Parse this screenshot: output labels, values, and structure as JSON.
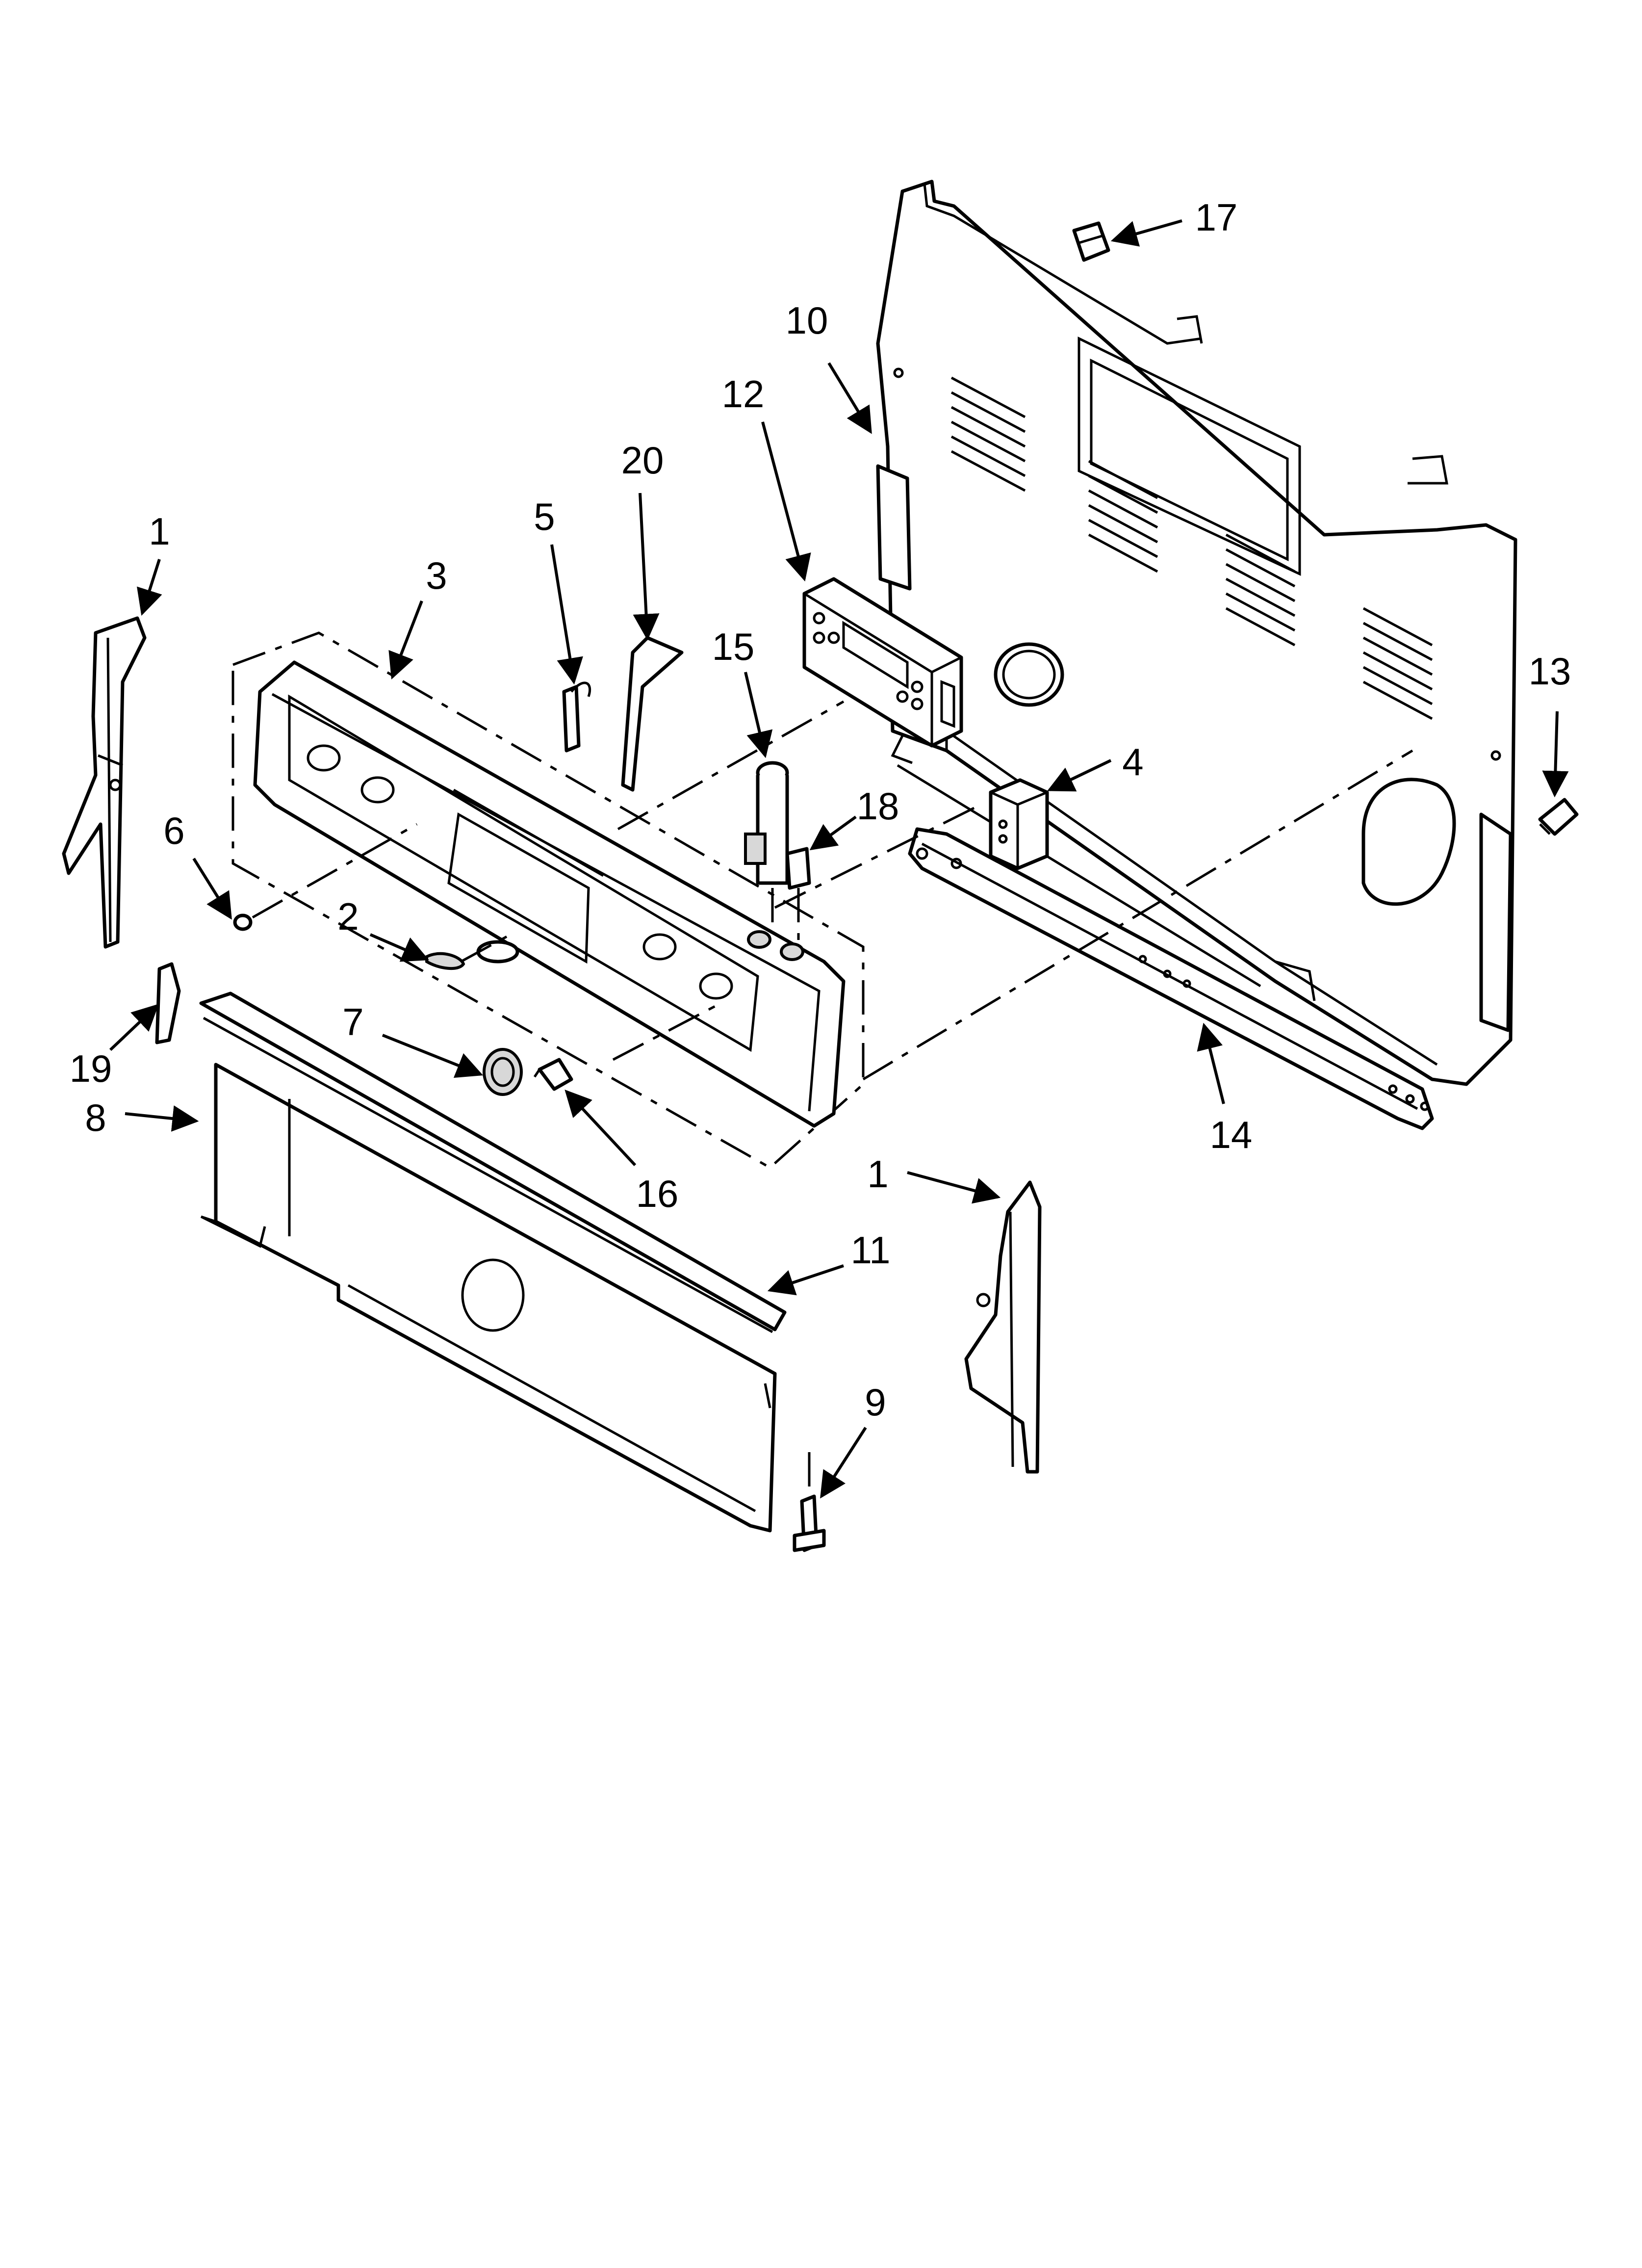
{
  "diagram": {
    "type": "exploded-parts-diagram",
    "callouts": [
      {
        "id": "c1a",
        "number": "1"
      },
      {
        "id": "c1b",
        "number": "1"
      },
      {
        "id": "c2",
        "number": "2"
      },
      {
        "id": "c3",
        "number": "3"
      },
      {
        "id": "c4",
        "number": "4"
      },
      {
        "id": "c5",
        "number": "5"
      },
      {
        "id": "c6",
        "number": "6"
      },
      {
        "id": "c7",
        "number": "7"
      },
      {
        "id": "c8",
        "number": "8"
      },
      {
        "id": "c9",
        "number": "9"
      },
      {
        "id": "c10",
        "number": "10"
      },
      {
        "id": "c11",
        "number": "11"
      },
      {
        "id": "c12",
        "number": "12"
      },
      {
        "id": "c13",
        "number": "13"
      },
      {
        "id": "c14",
        "number": "14"
      },
      {
        "id": "c15",
        "number": "15"
      },
      {
        "id": "c16",
        "number": "16"
      },
      {
        "id": "c17",
        "number": "17"
      },
      {
        "id": "c18",
        "number": "18"
      },
      {
        "id": "c19",
        "number": "19"
      },
      {
        "id": "c20",
        "number": "20"
      }
    ]
  }
}
